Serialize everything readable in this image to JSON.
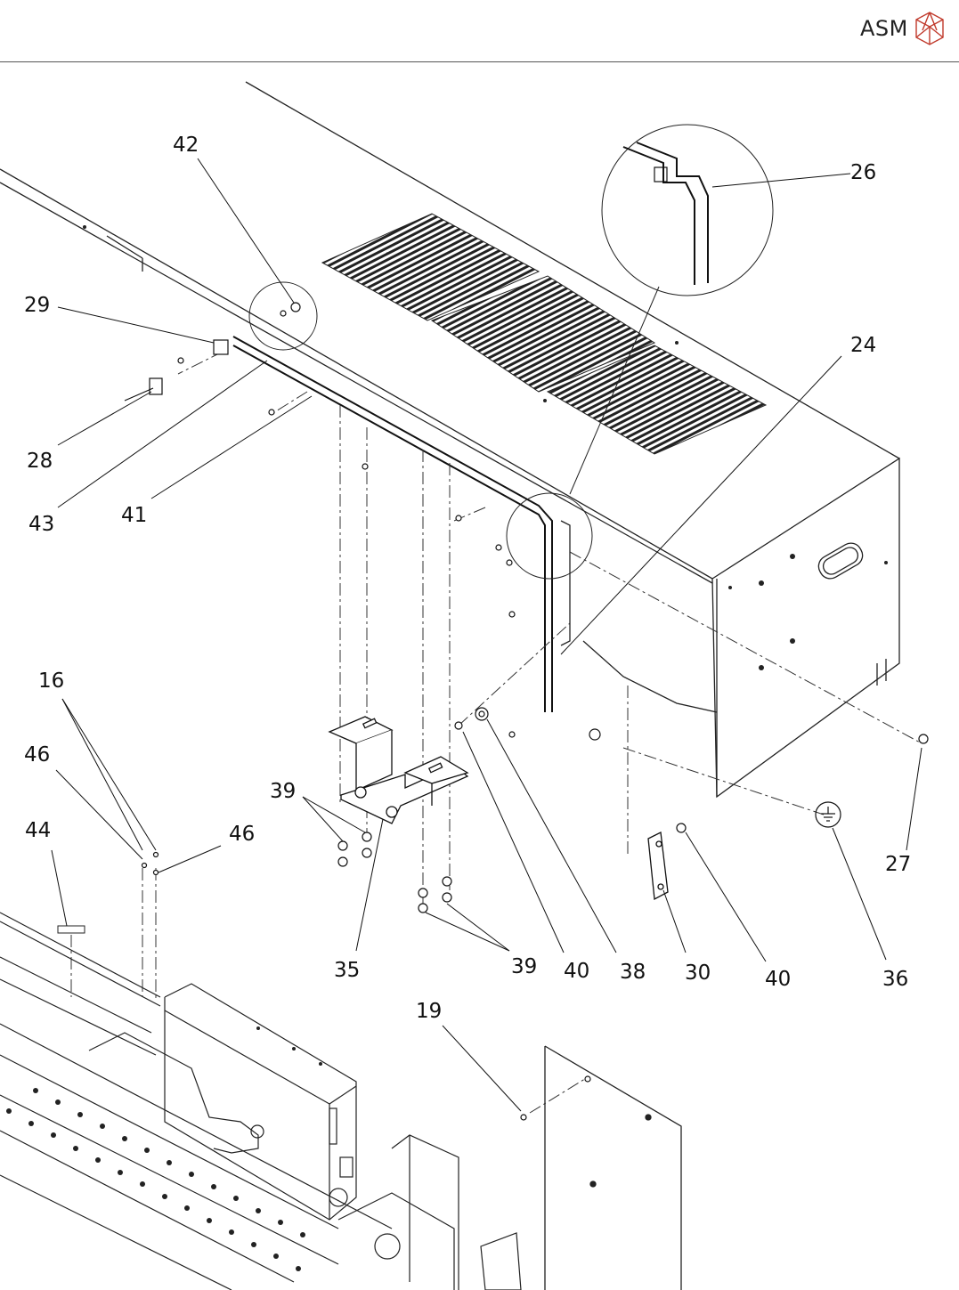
{
  "brand": {
    "name": "ASM",
    "logo_icon": "asm-cube-logo-icon"
  },
  "diagram": {
    "type": "exploded-assembly-drawing",
    "callouts": [
      {
        "id": "c42",
        "label": "42"
      },
      {
        "id": "c26",
        "label": "26"
      },
      {
        "id": "c29",
        "label": "29"
      },
      {
        "id": "c24",
        "label": "24"
      },
      {
        "id": "c28",
        "label": "28"
      },
      {
        "id": "c43",
        "label": "43"
      },
      {
        "id": "c41",
        "label": "41"
      },
      {
        "id": "c16",
        "label": "16"
      },
      {
        "id": "c46a",
        "label": "46"
      },
      {
        "id": "c39a",
        "label": "39"
      },
      {
        "id": "c46b",
        "label": "46"
      },
      {
        "id": "c44",
        "label": "44"
      },
      {
        "id": "c27",
        "label": "27"
      },
      {
        "id": "c35",
        "label": "35"
      },
      {
        "id": "c39b",
        "label": "39"
      },
      {
        "id": "c40a",
        "label": "40"
      },
      {
        "id": "c38",
        "label": "38"
      },
      {
        "id": "c30",
        "label": "30"
      },
      {
        "id": "c40b",
        "label": "40"
      },
      {
        "id": "c36",
        "label": "36"
      },
      {
        "id": "c19",
        "label": "19"
      }
    ]
  }
}
